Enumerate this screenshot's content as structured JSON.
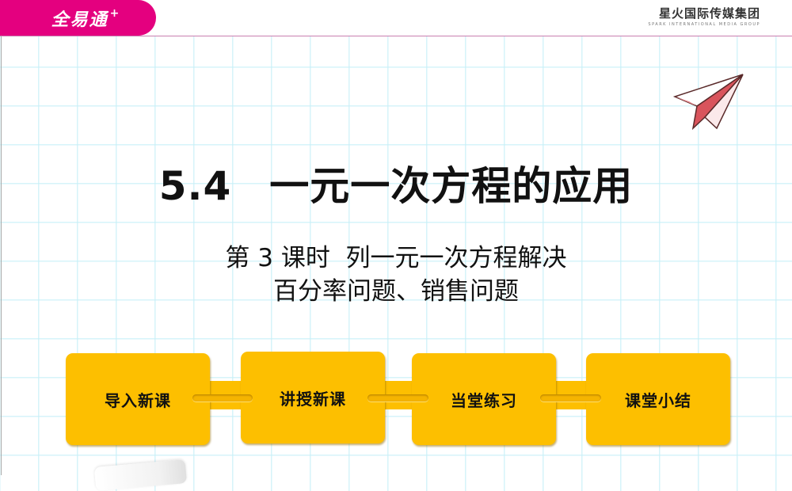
{
  "header": {
    "brand_logo": "全易通",
    "brand_mark": "+",
    "publisher_cn": "星火国际传媒集团",
    "publisher_en": "SPARK INTERNATIONAL MEDIA GROUP",
    "brand_color": "#e4007f"
  },
  "slide": {
    "section_number": "5.4",
    "title": "一元一次方程的应用",
    "subtitle_line1": "第 3 课时  列一元一次方程解决",
    "subtitle_line2": "百分率问题、销售问题",
    "decoration_icon": "paper-plane-icon"
  },
  "navigation": {
    "accent_color": "#fdbf00",
    "steps": [
      {
        "label": "导入新课"
      },
      {
        "label": "讲授新课"
      },
      {
        "label": "当堂练习"
      },
      {
        "label": "课堂小结"
      }
    ]
  }
}
